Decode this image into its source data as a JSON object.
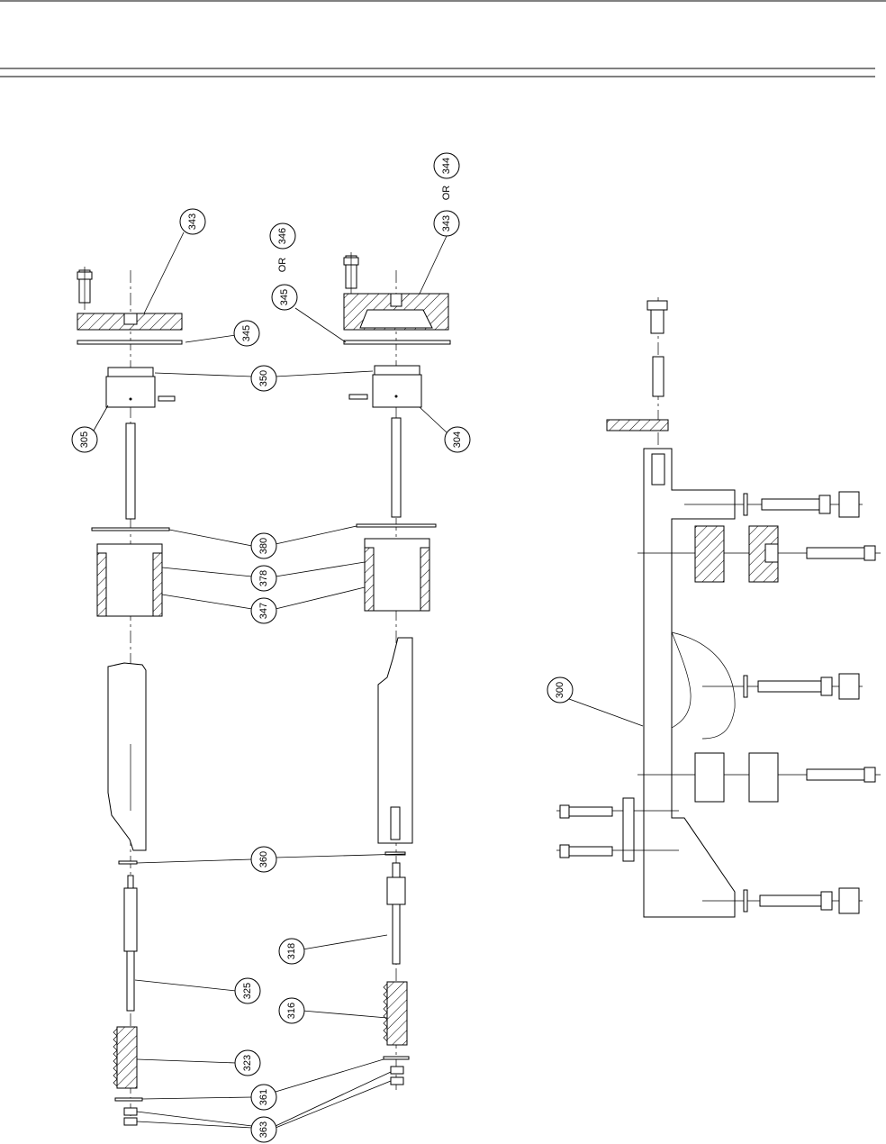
{
  "callouts": {
    "c343a": "343",
    "c346": "346",
    "c_or1": "OR",
    "c344": "344",
    "c_or2": "OR",
    "c343b": "343",
    "c345a": "345",
    "c345b": "345",
    "c350": "350",
    "c305": "305",
    "c304": "304",
    "c380": "380",
    "c378": "378",
    "c347": "347",
    "c300": "300",
    "c360": "360",
    "c318": "318",
    "c325": "325",
    "c316": "316",
    "c323": "323",
    "c361": "361",
    "c363": "363"
  }
}
